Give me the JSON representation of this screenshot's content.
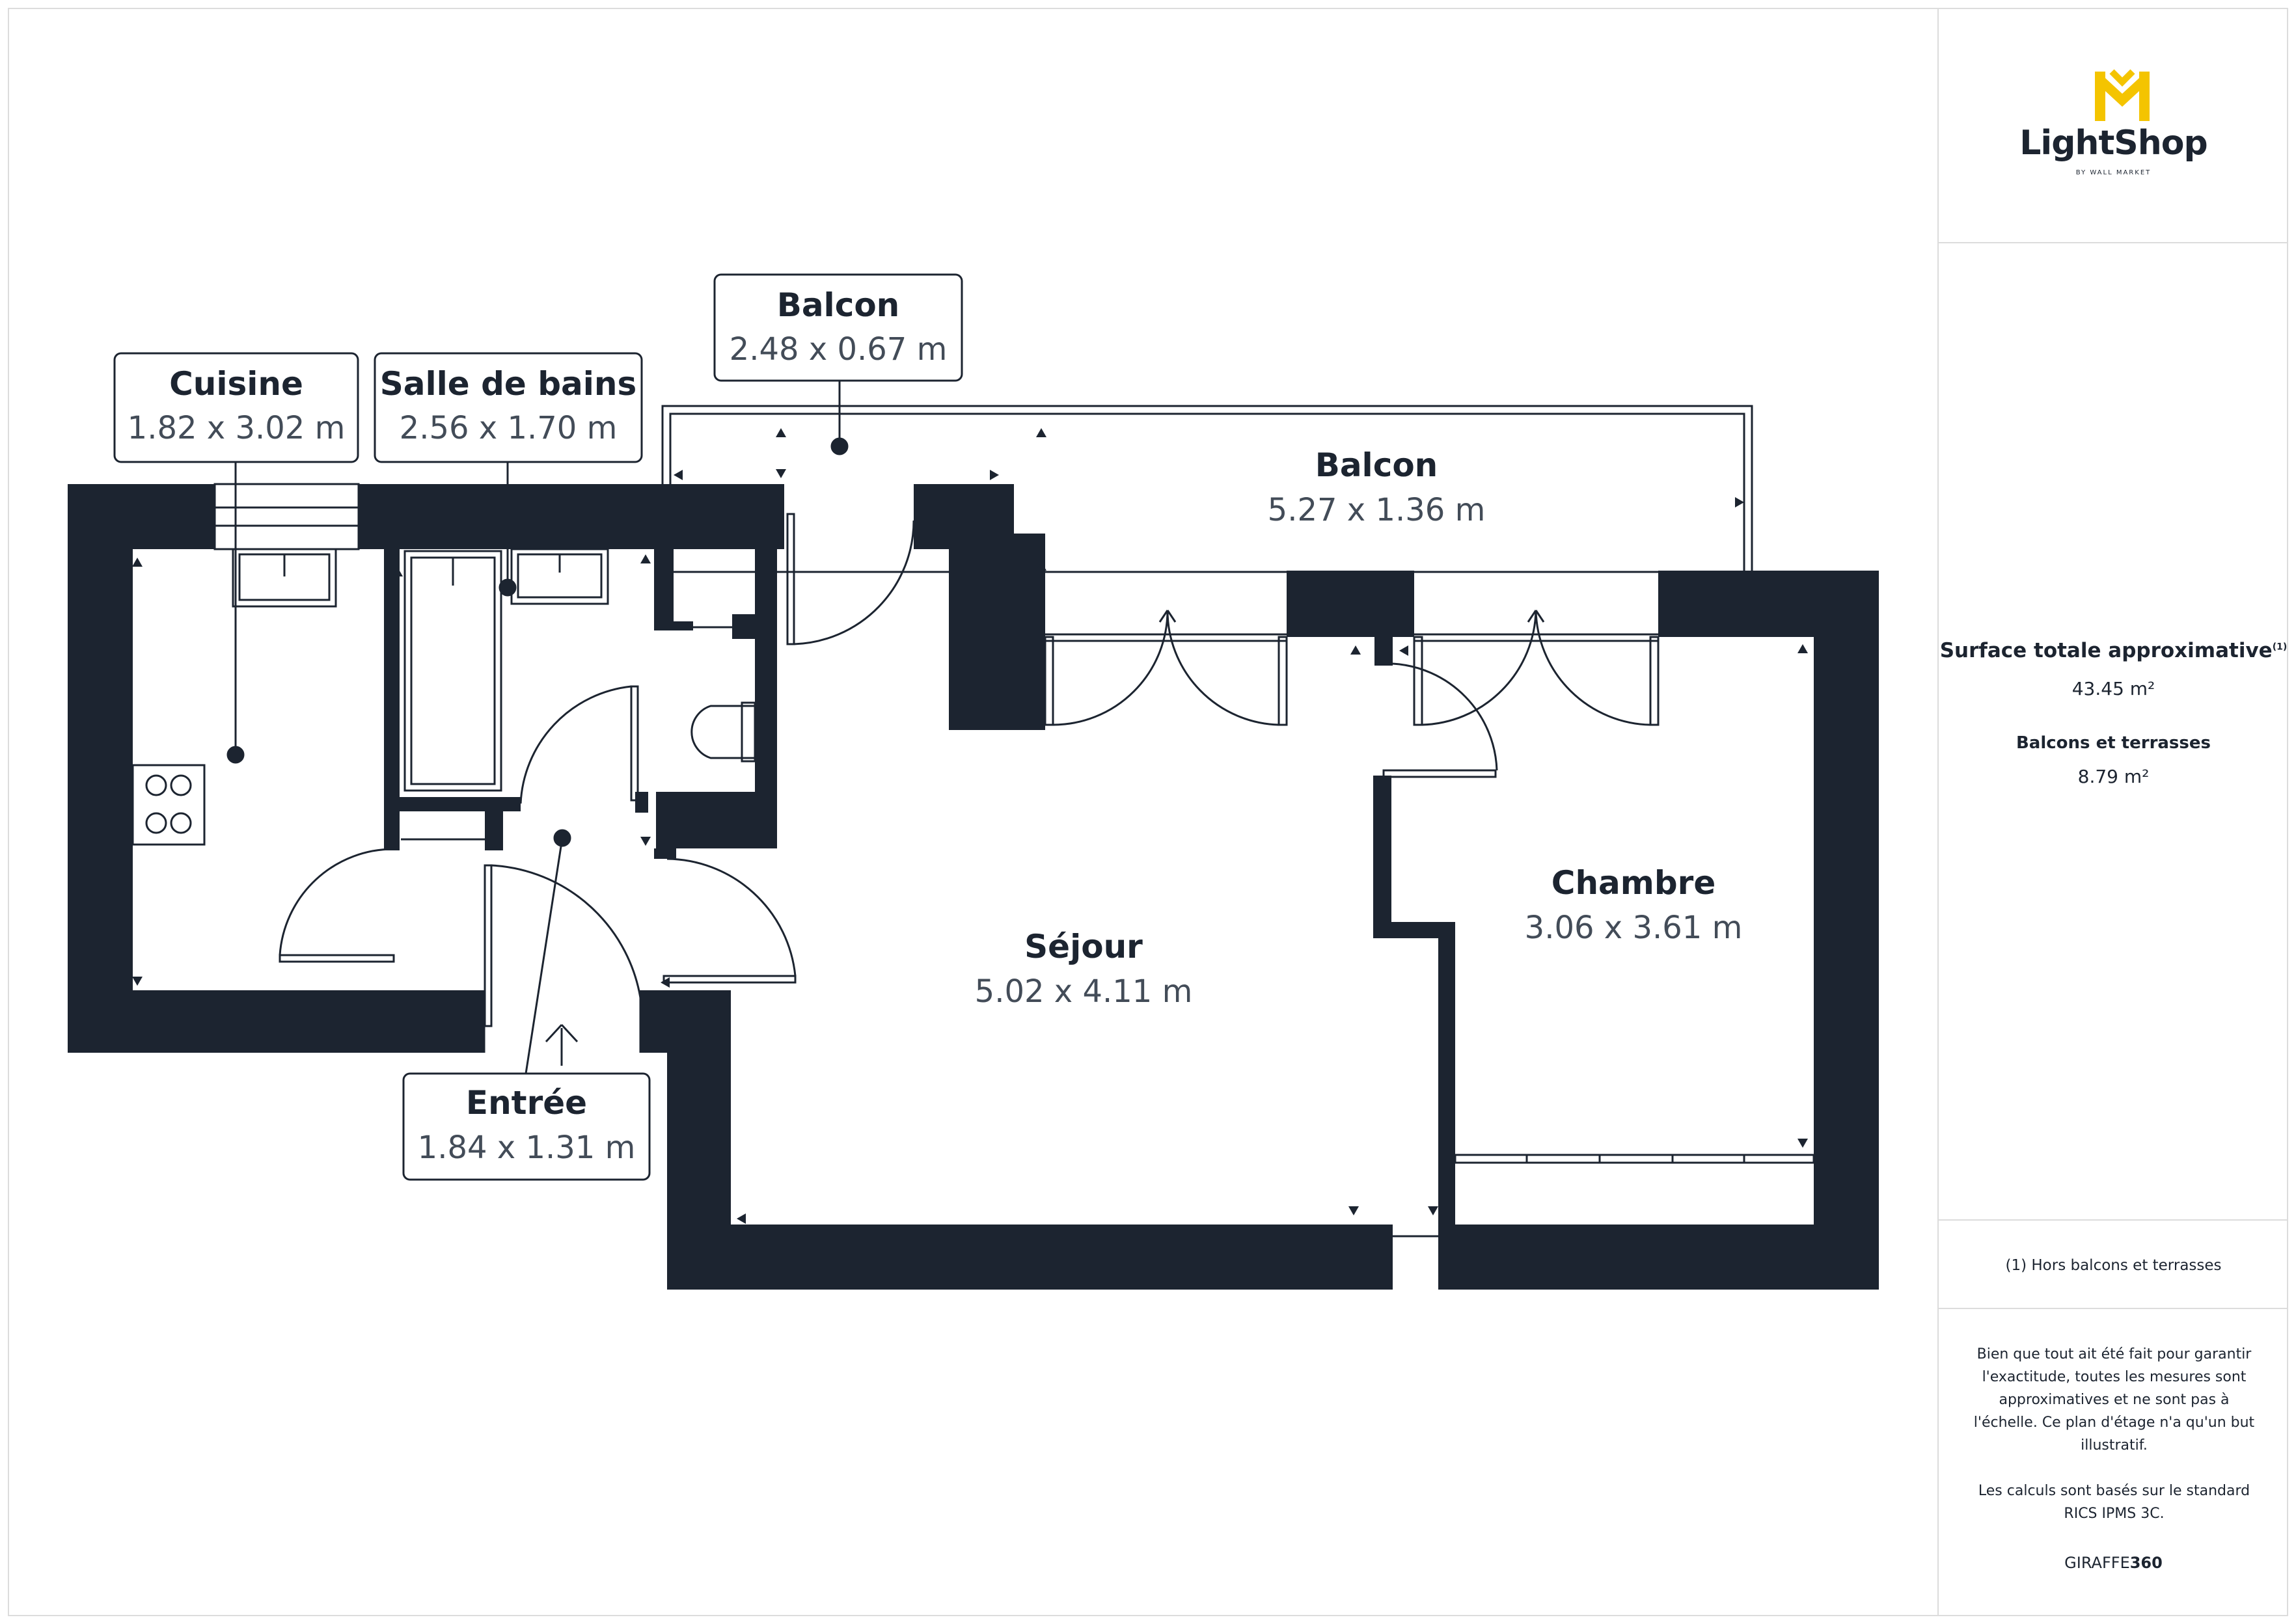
{
  "brand": {
    "name": "LightShop",
    "byline": "BY WALL MARKET",
    "accent_color": "#f4c400",
    "ink_color": "#1c2430"
  },
  "surface": {
    "title": "Surface totale approximative",
    "footnote_mark": "(1)",
    "value": "43.45 m²",
    "balcony_title": "Balcons et terrasses",
    "balcony_value": "8.79 m²"
  },
  "footnote": "(1) Hors balcons et terrasses",
  "disclaimer": {
    "lines": [
      "Bien que tout ait été fait pour garantir",
      "l'exactitude, toutes les mesures sont",
      "approximatives et ne sont pas à",
      "l'échelle. Ce plan d'étage n'a qu'un but",
      "illustratif."
    ],
    "standard_lines": [
      "Les calculs sont basés sur le standard",
      "RICS IPMS 3C."
    ]
  },
  "credit": {
    "prefix": "GIRAFFE",
    "suffix": "360"
  },
  "rooms": {
    "cuisine": {
      "name": "Cuisine",
      "dims": "1.82 x 3.02 m"
    },
    "sdb": {
      "name": "Salle de bains",
      "dims": "2.56 x 1.70 m"
    },
    "balcon_small": {
      "name": "Balcon",
      "dims": "2.48 x 0.67 m"
    },
    "balcon_large": {
      "name": "Balcon",
      "dims": "5.27 x 1.36 m"
    },
    "sejour": {
      "name": "Séjour",
      "dims": "5.02 x 4.11 m"
    },
    "chambre": {
      "name": "Chambre",
      "dims": "3.06 x 3.61 m"
    },
    "entree": {
      "name": "Entrée",
      "dims": "1.84 x 1.31 m"
    }
  }
}
